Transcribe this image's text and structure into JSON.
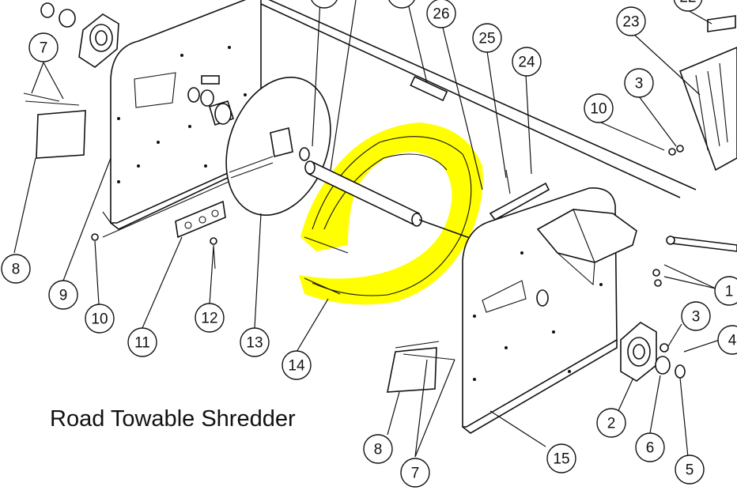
{
  "caption": "Road Towable Shredder",
  "highlight_color": "#ffff00",
  "callouts": [
    {
      "label": "7"
    },
    {
      "label": "8"
    },
    {
      "label": "9"
    },
    {
      "label": "10"
    },
    {
      "label": "11"
    },
    {
      "label": "12"
    },
    {
      "label": "13"
    },
    {
      "label": "14"
    },
    {
      "label": "26"
    },
    {
      "label": "25"
    },
    {
      "label": "24"
    },
    {
      "label": "23"
    },
    {
      "label": "22"
    },
    {
      "label": "10"
    },
    {
      "label": "3"
    },
    {
      "label": "1"
    },
    {
      "label": "3"
    },
    {
      "label": "4"
    },
    {
      "label": "2"
    },
    {
      "label": "6"
    },
    {
      "label": "5"
    },
    {
      "label": "15"
    },
    {
      "label": "8"
    },
    {
      "label": "7"
    }
  ]
}
